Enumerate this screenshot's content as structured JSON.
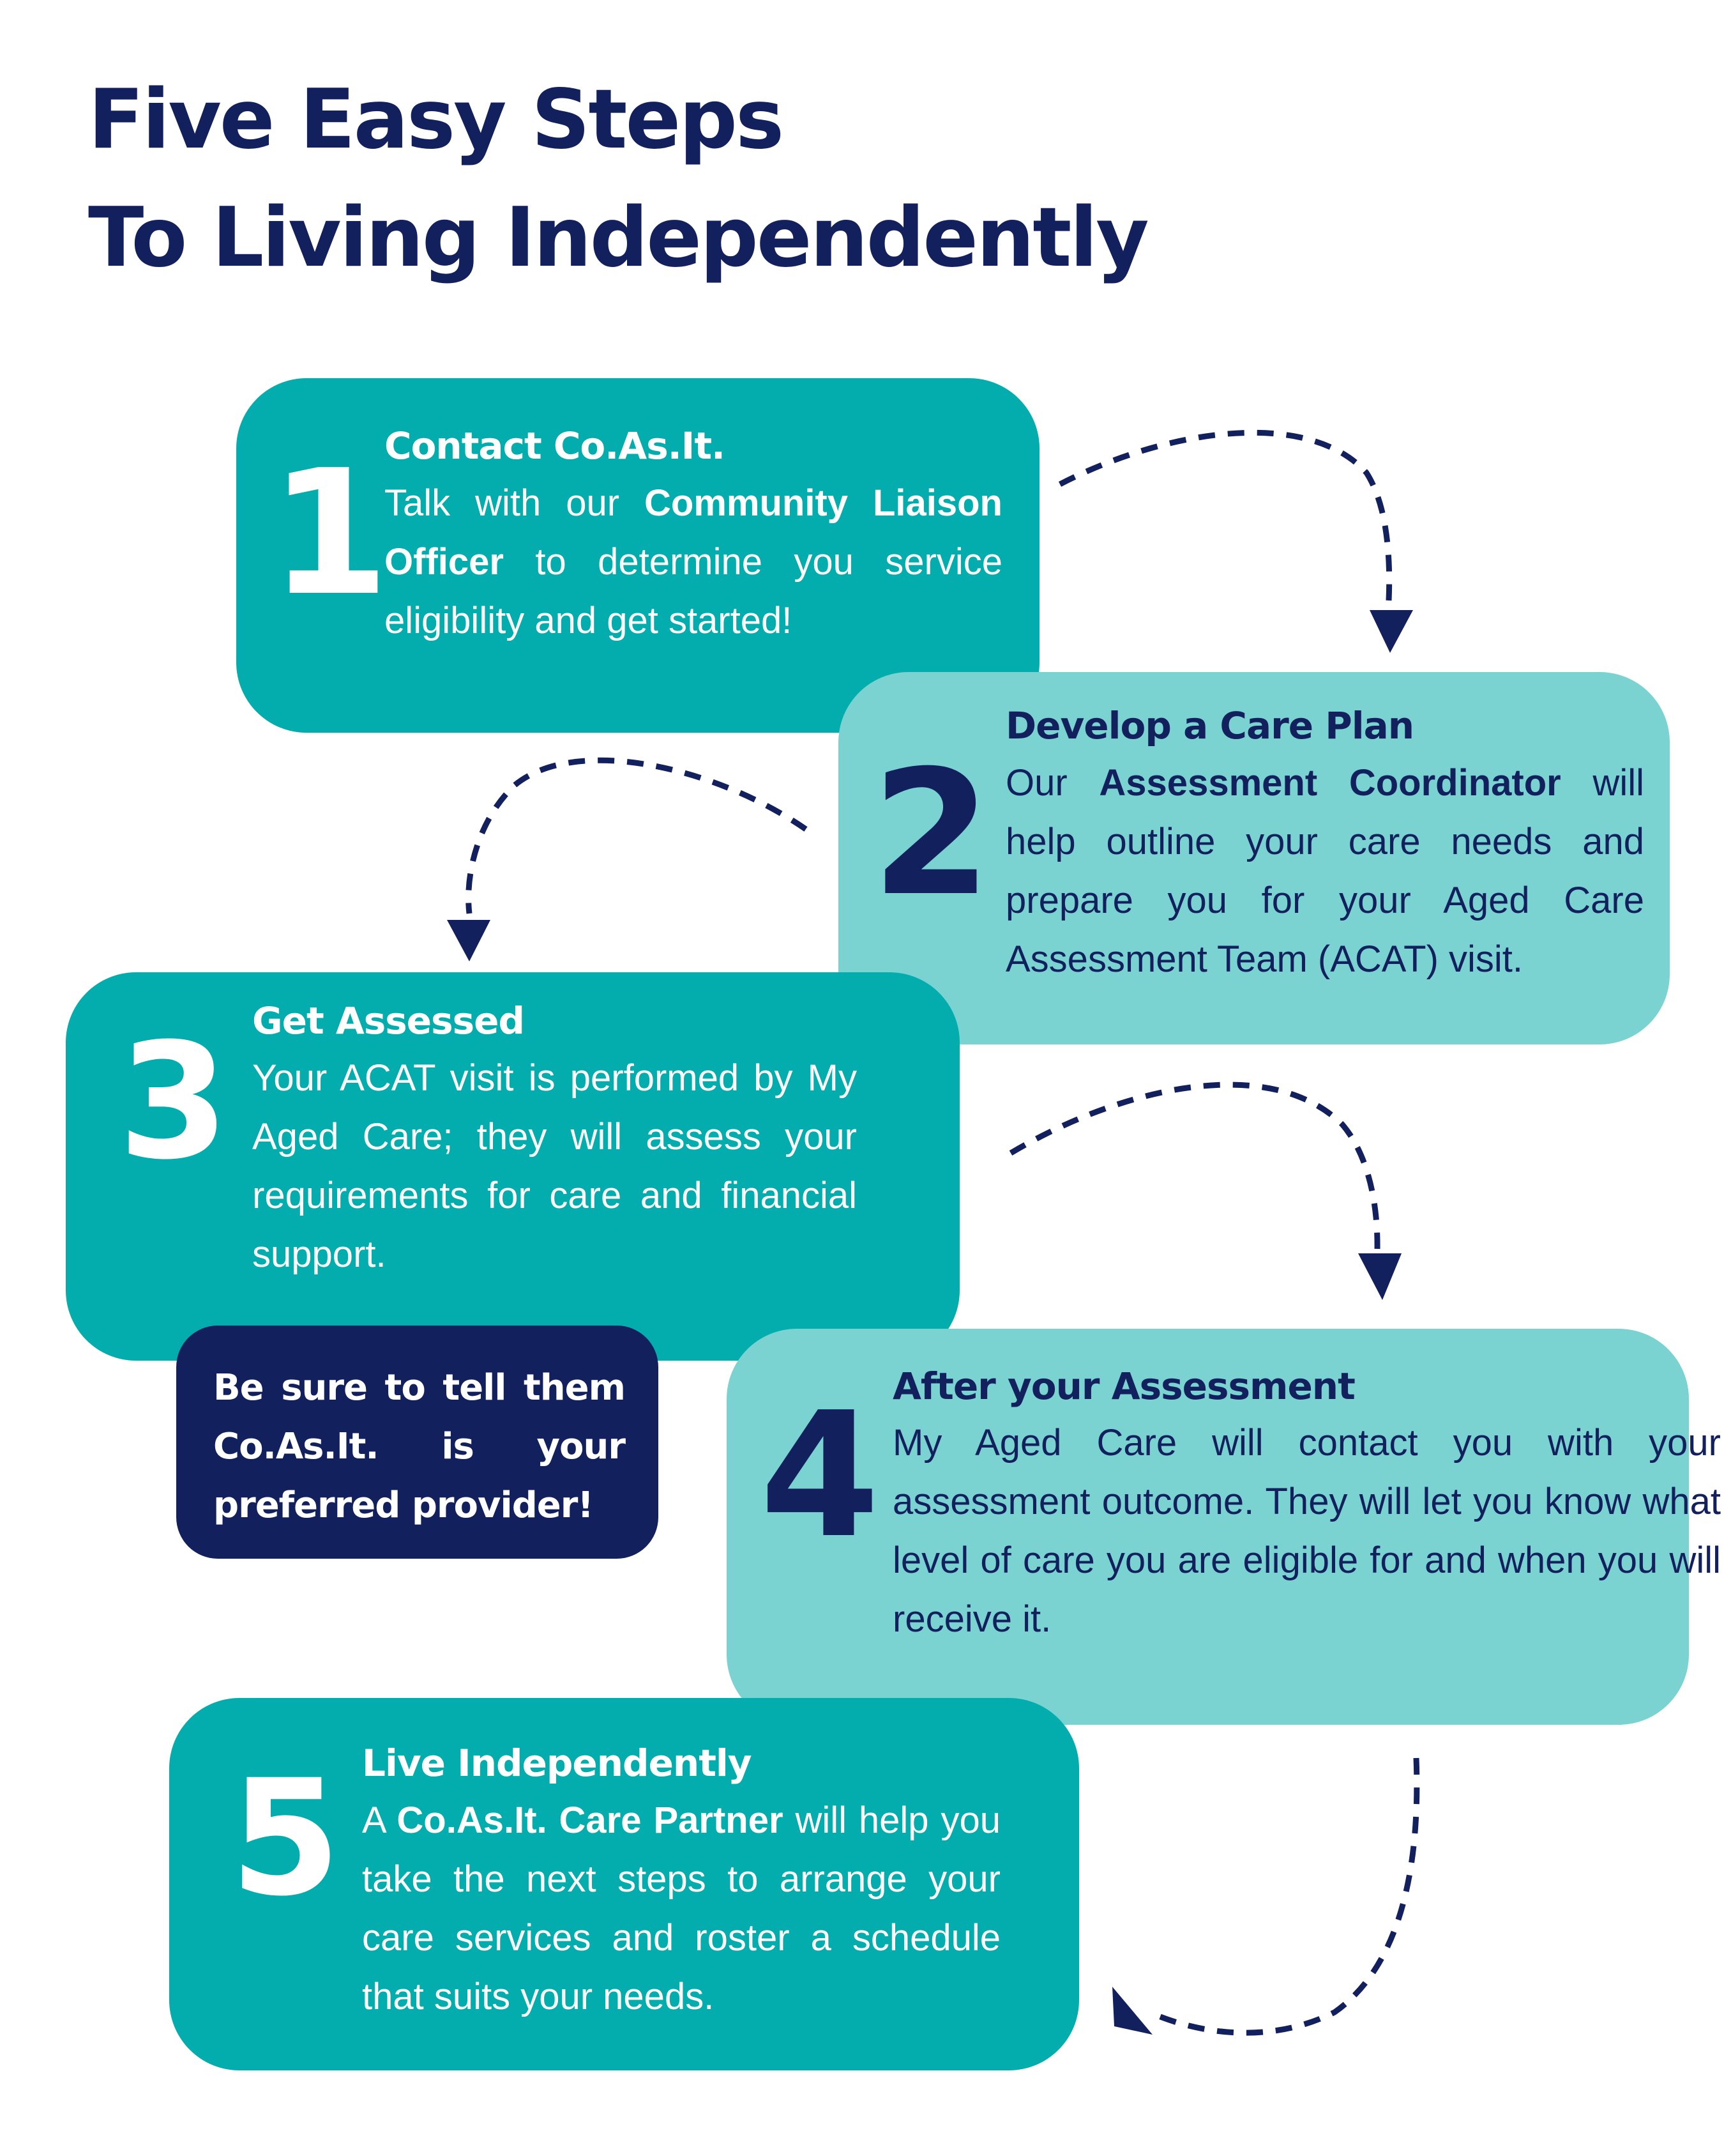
{
  "title": {
    "line1": "Five Easy Steps",
    "line2": "To Living Independently"
  },
  "steps": [
    {
      "number": "1",
      "heading": "Contact Co.As.It.",
      "body": [
        {
          "text": "Talk with our ",
          "bold": false
        },
        {
          "text": "Community Liaison Officer",
          "bold": true
        },
        {
          "text": " to determine you service eligibility and get started!",
          "bold": false
        }
      ]
    },
    {
      "number": "2",
      "heading": "Develop a Care Plan",
      "body": [
        {
          "text": "Our ",
          "bold": false
        },
        {
          "text": "Assessment Coordinator",
          "bold": true
        },
        {
          "text": " will help outline your care needs and prepare you for your Aged Care Assessment Team (ACAT) visit.",
          "bold": false
        }
      ]
    },
    {
      "number": "3",
      "heading": "Get Assessed",
      "body": [
        {
          "text": "Your ACAT visit is performed by My Aged Care; they will assess your requirements for care and financial support.",
          "bold": false
        }
      ]
    },
    {
      "number": "4",
      "heading": "After your Assessment",
      "body": [
        {
          "text": "My Aged Care will contact you with your assessment outcome. They will let you know what level of care you are eligible for and when you will receive it.",
          "bold": false
        }
      ]
    },
    {
      "number": "5",
      "heading": "Live Independently",
      "body": [
        {
          "text": "A ",
          "bold": false
        },
        {
          "text": "Co.As.It. Care Partner",
          "bold": true
        },
        {
          "text": " will help you take the next steps to arrange your care services and roster a schedule that suits your needs.",
          "bold": false
        }
      ]
    }
  ],
  "note": "Be sure to tell them Co.As.It. is your preferred provider!",
  "colors": {
    "navy": "#13205e",
    "teal": "#03adad",
    "light_teal": "#7ad3d1",
    "background": "#ffffff"
  },
  "icons": [
    "dashed-arrow-icon"
  ]
}
